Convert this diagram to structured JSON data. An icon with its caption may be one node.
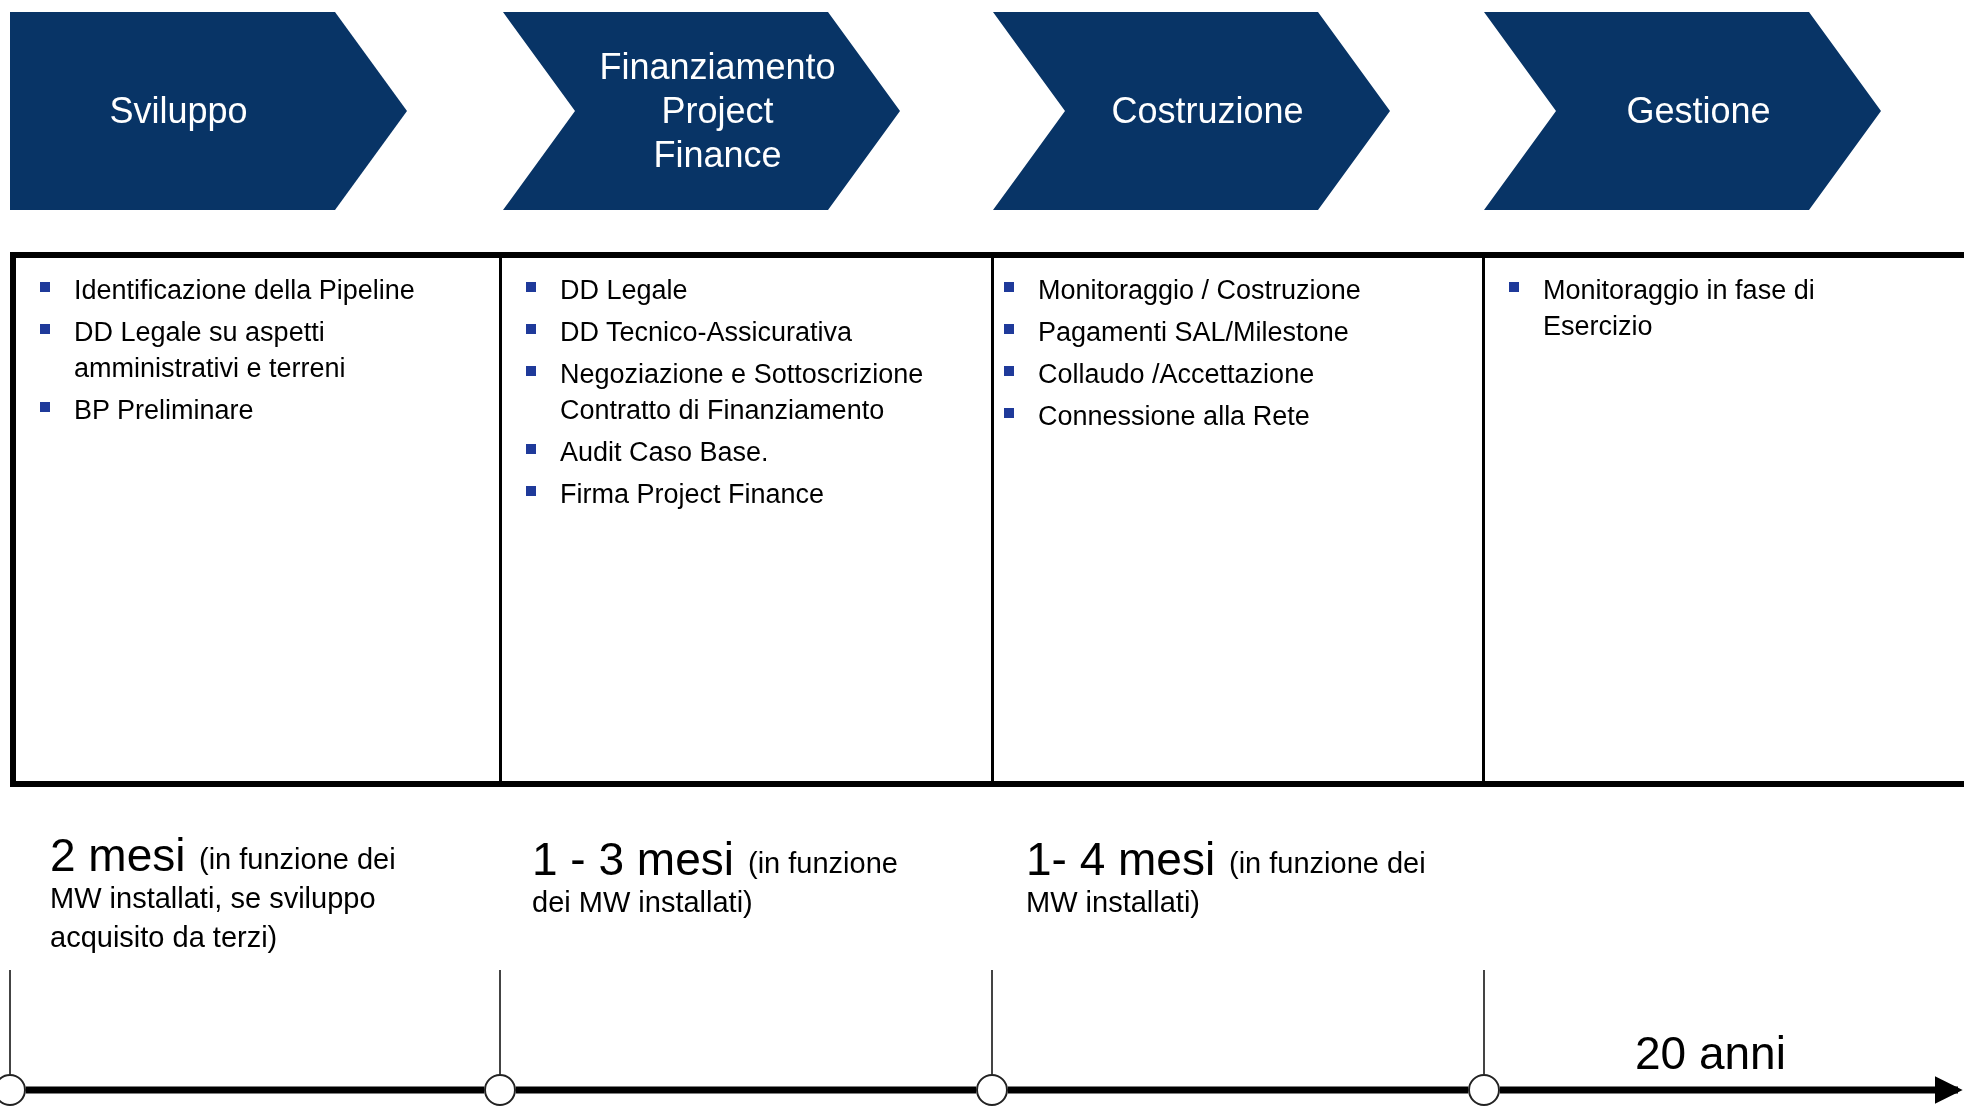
{
  "diagram": {
    "nodes": [
      {
        "text": [
          "Sviluppo"
        ]
      },
      {
        "text": [
          "Finanziamento Project Finance"
        ]
      },
      {
        "text": [
          "Costruzione"
        ]
      },
      {
        "text": [
          "Gestione"
        ]
      },
      {
        "text": [
          "Identificazione della Pipeline",
          "DD Legale su aspetti amministrativi e terreni",
          "BP Preliminare"
        ]
      },
      {
        "text": [
          "DD Legale",
          "DD Tecnico-Assicurativa",
          "Negoziazione e Sottoscrizione Contratto di Finanziamento",
          "Audit Caso Base.",
          "Firma Project Finance"
        ]
      },
      {
        "text": [
          "Monitoraggio / Costruzione",
          "Pagamenti SAL/Milestone",
          "Collaudo /Accettazione",
          "Connessione alla Rete"
        ]
      },
      {
        "text": [
          "Monitoraggio in fase di Esercizio"
        ]
      },
      {
        "text": [],
        "shape": "circle"
      },
      {
        "text": [],
        "shape": "circle"
      },
      {
        "text": [],
        "shape": "circle"
      },
      {
        "text": [],
        "shape": "circle"
      }
    ],
    "edges": [
      {
        "from": 8,
        "to": 9,
        "arrow": "none"
      },
      {
        "from": 9,
        "to": 10,
        "arrow": "none"
      },
      {
        "from": 10,
        "to": 11,
        "arrow": "none"
      },
      {
        "from": 11,
        "to": null,
        "arrow": "to"
      }
    ],
    "labels": [
      "2 mesi",
      "(in funzione dei MW installati, se sviluppo acquisito da terzi)",
      "1 - 3 mesi",
      "(in funzione dei MW installati)",
      "1- 4 mesi",
      "(in funzione dei MW installati)",
      "20 anni"
    ]
  }
}
